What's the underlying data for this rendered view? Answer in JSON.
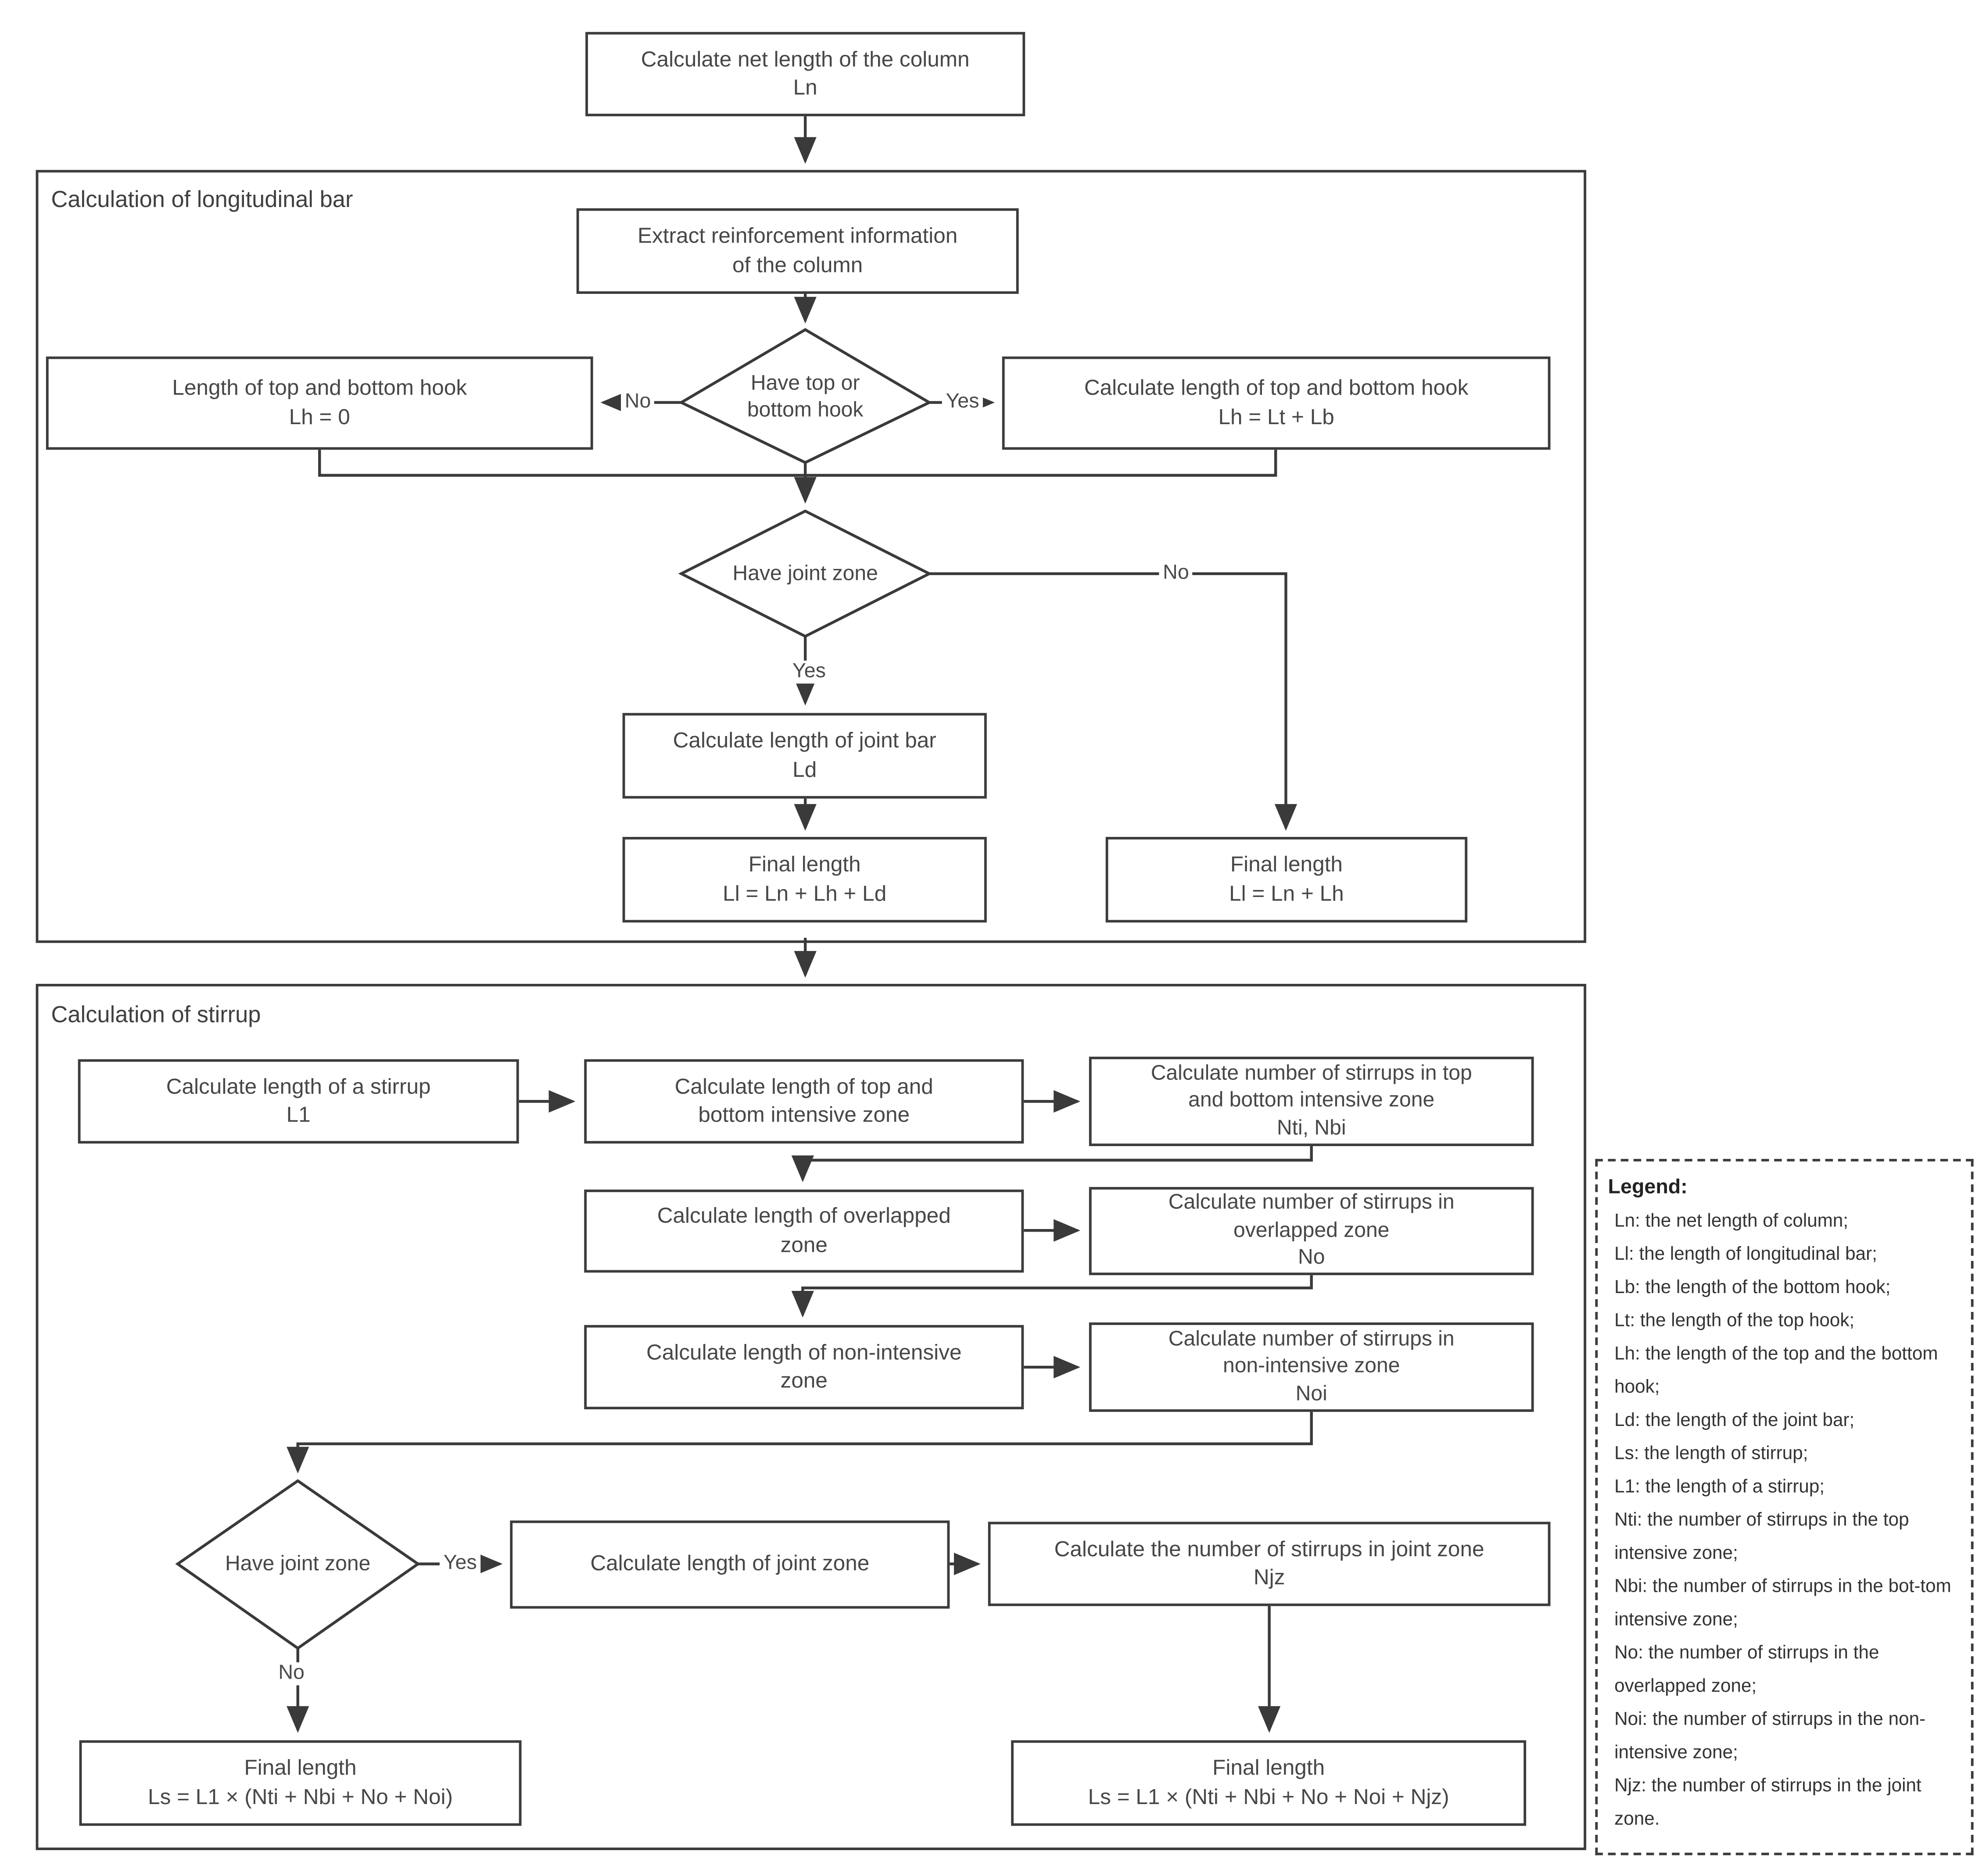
{
  "flow": {
    "net_length": [
      "Calculate net length of the column",
      "Ln"
    ],
    "section1_label": "Calculation of longitudinal bar",
    "extract": [
      "Extract reinforcement information",
      "of the column"
    ],
    "have_hook": [
      "Have top or",
      "bottom hook"
    ],
    "hook_zero": [
      "Length of top and bottom hook",
      "Lh = 0"
    ],
    "hook_calc": [
      "Calculate length of top and bottom hook",
      "Lh = Lt + Lb"
    ],
    "have_joint_zone_1": [
      "Have joint zone"
    ],
    "joint_bar": [
      "Calculate length of joint bar",
      "Ld"
    ],
    "final_long_with_joint": [
      "Final length",
      "Ll = Ln + Lh + Ld"
    ],
    "final_long_no_joint": [
      "Final length",
      "Ll = Ln + Lh"
    ],
    "section2_label": "Calculation of stirrup",
    "stirrup_length": [
      "Calculate length of a stirrup",
      "L1"
    ],
    "intensive_zone_length": [
      "Calculate length of top and",
      "bottom intensive zone"
    ],
    "intensive_zone_count": [
      "Calculate number of stirrups in top",
      "and bottom intensive zone",
      "Nti, Nbi"
    ],
    "overlapped_zone_length": [
      "Calculate length of overlapped",
      "zone"
    ],
    "overlapped_zone_count": [
      "Calculate number of stirrups in",
      "overlapped zone",
      "No"
    ],
    "non_intensive_zone_length": [
      "Calculate length of non-intensive",
      "zone"
    ],
    "non_intensive_zone_count": [
      "Calculate number of stirrups in",
      "non-intensive zone",
      "Noi"
    ],
    "have_joint_zone_2": [
      "Have joint zone"
    ],
    "joint_zone_length": [
      "Calculate length of joint zone"
    ],
    "joint_zone_count": [
      "Calculate the number of stirrups in joint zone",
      "Njz"
    ],
    "final_stirrup_no_joint": [
      "Final length",
      "Ls = L1 × (Nti + Nbi + No + Noi)"
    ],
    "final_stirrup_with_joint": [
      "Final length",
      "Ls = L1 × (Nti + Nbi + No + Noi + Njz)"
    ]
  },
  "edge_labels": {
    "hook_no": "No",
    "hook_yes": "Yes",
    "joint1_no": "No",
    "joint1_yes": "Yes",
    "joint2_yes": "Yes",
    "joint2_no": "No"
  },
  "legend": {
    "title": "Legend:",
    "items": [
      "Ln: the net length of column;",
      "Ll: the length of longitudinal bar;",
      "Lb: the length of the bottom hook;",
      "Lt: the length of the top hook;",
      "Lh: the length of the top and the bottom hook;",
      "Ld: the length of the joint bar;",
      "Ls: the length of stirrup;",
      "L1: the length of a stirrup;",
      "Nti: the number of stirrups in the top intensive zone;",
      "Nbi: the number of stirrups in the bot-tom intensive zone;",
      "No: the number of stirrups in the overlapped zone;",
      "Noi: the number of stirrups in the non-intensive zone;",
      "Njz: the number of stirrups in the joint zone."
    ]
  },
  "colors": {
    "line": "#3a3a3a",
    "text": "#474747",
    "background": "#ffffff"
  }
}
